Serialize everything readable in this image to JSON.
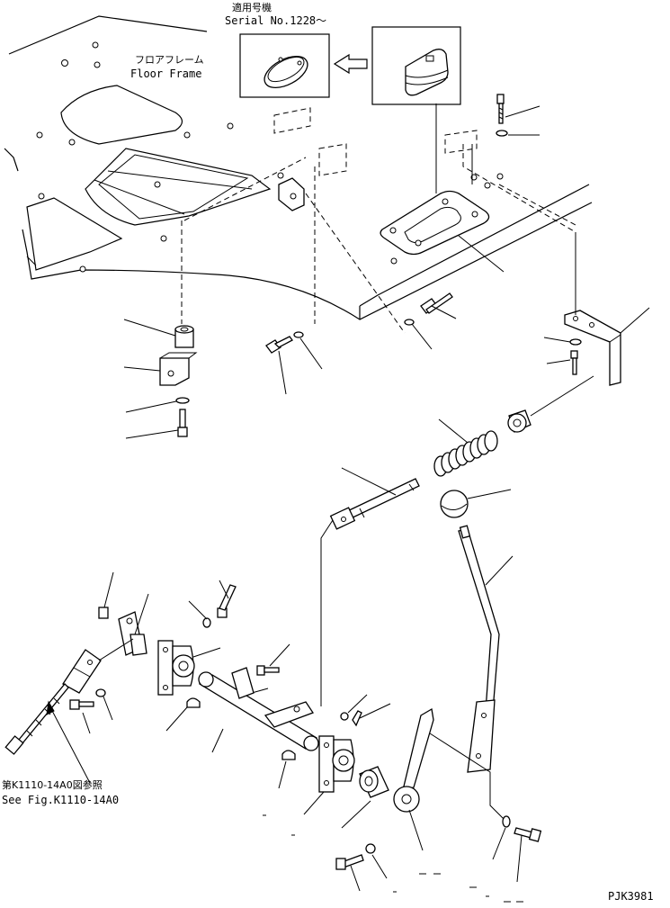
{
  "header": {
    "applicable_serial_jp": "適用号機",
    "applicable_serial_en": "Serial No.1228～"
  },
  "labels": {
    "floor_frame_jp": "フロアフレーム",
    "floor_frame_en": "Floor Frame",
    "see_fig_jp": "第K1110-14A0図参照",
    "see_fig_en": "See Fig.K1110-14A0"
  },
  "footer": {
    "drawing_code": "PJK3981"
  }
}
